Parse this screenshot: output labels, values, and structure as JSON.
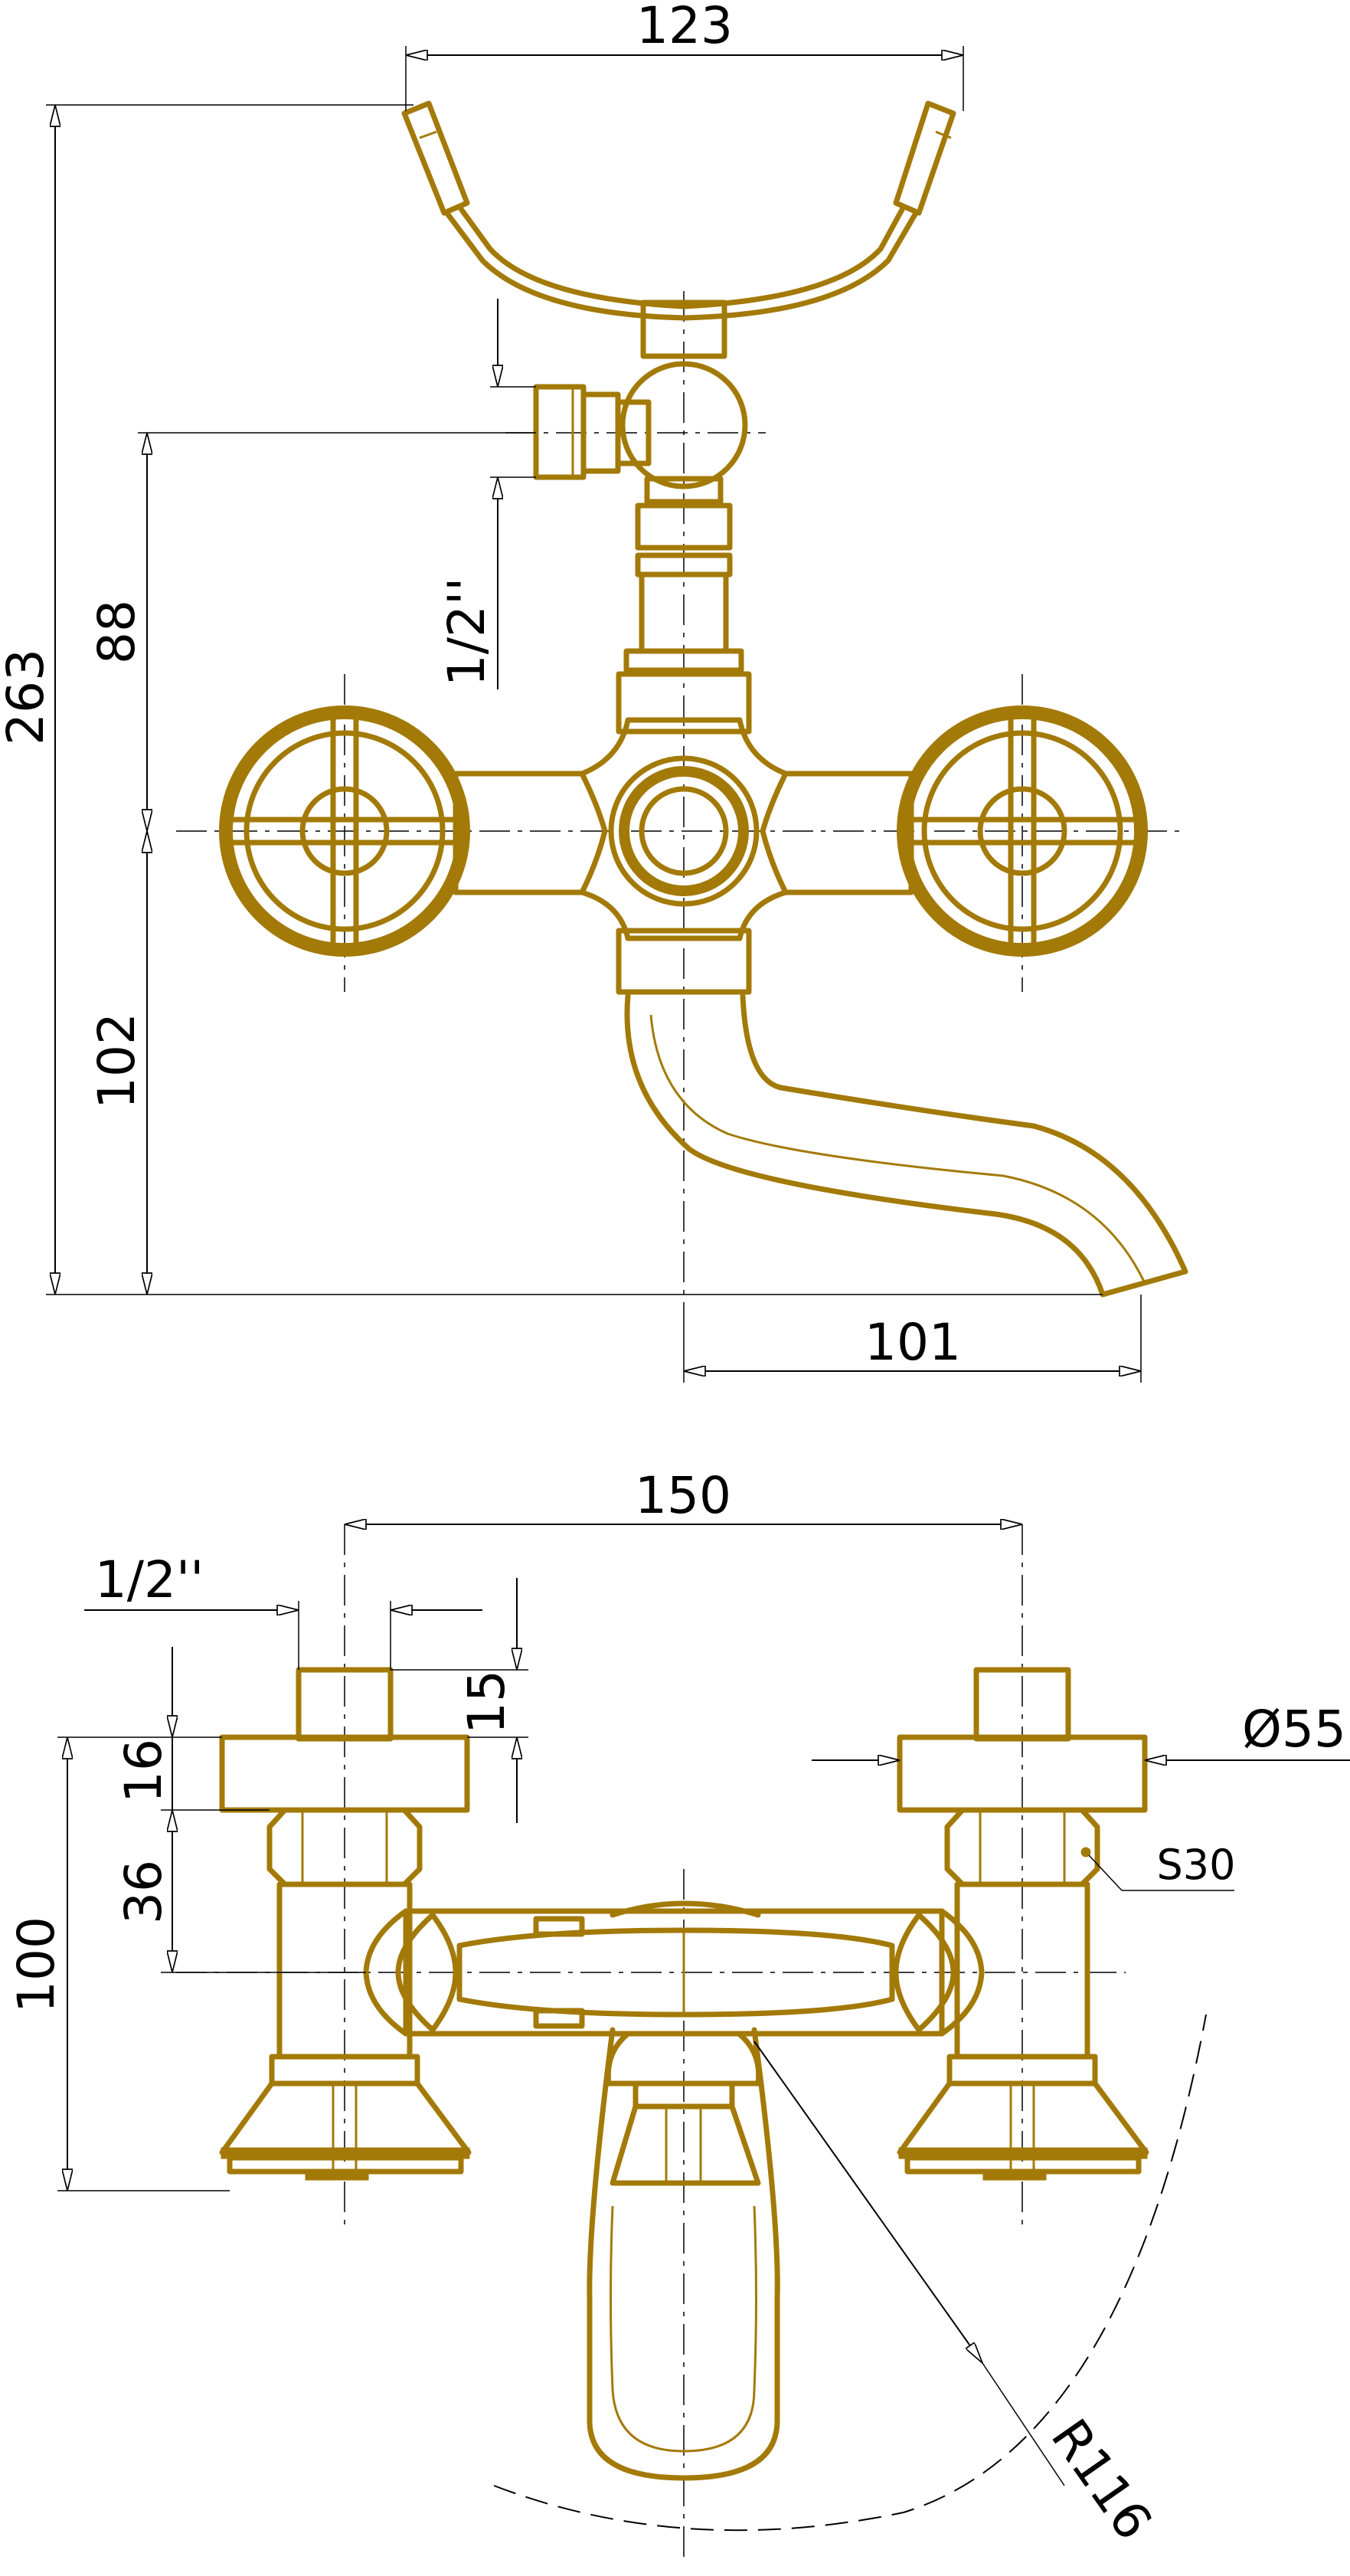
{
  "colors": {
    "part": "#a37a08",
    "dimension": "#000000",
    "background": "#ffffff"
  },
  "front_view": {
    "dim_width_top": "123",
    "dim_total_height": "263",
    "dim_outlet_height": "88",
    "dim_outlet_thread": "1/2''",
    "dim_spout_drop": "102",
    "dim_spout_reach": "101"
  },
  "top_view": {
    "dim_centers": "150",
    "dim_inlet_thread": "1/2''",
    "dim_thread_length": "15",
    "dim_flange_thickness": "16",
    "dim_nut_height": "36",
    "dim_depth": "100",
    "dim_flange_diameter": "Ø55",
    "dim_wrench": "S30",
    "dim_swing_radius": "R116"
  }
}
